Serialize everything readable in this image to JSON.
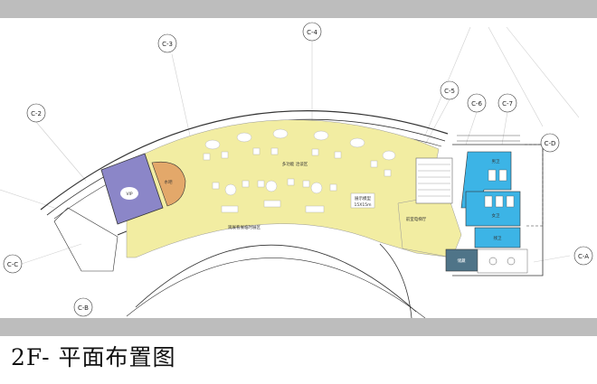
{
  "title": "2F- 平面布置图",
  "colors": {
    "hall": "#f2eda2",
    "vip": "#8b86c8",
    "bar": "#e3a86a",
    "restroom": "#3cb4e6",
    "storage": "#4f7488",
    "band": "#bdbdbd"
  },
  "rooms": {
    "vip": "VIP",
    "bar": "水吧",
    "hall": "多功能 洽谈区",
    "model": "展示模型",
    "model_size": "15X15m",
    "corridor": "观展看展临时展区",
    "lobby": "前室电梯厅",
    "mens": "男卫",
    "womens": "女卫",
    "accessible": "残卫",
    "storage": "储藏"
  },
  "axis_bubbles": [
    "C-2",
    "C-3",
    "C-4",
    "C-5",
    "C-6",
    "C-7",
    "C-D",
    "C-A",
    "C-B",
    "C-C"
  ]
}
